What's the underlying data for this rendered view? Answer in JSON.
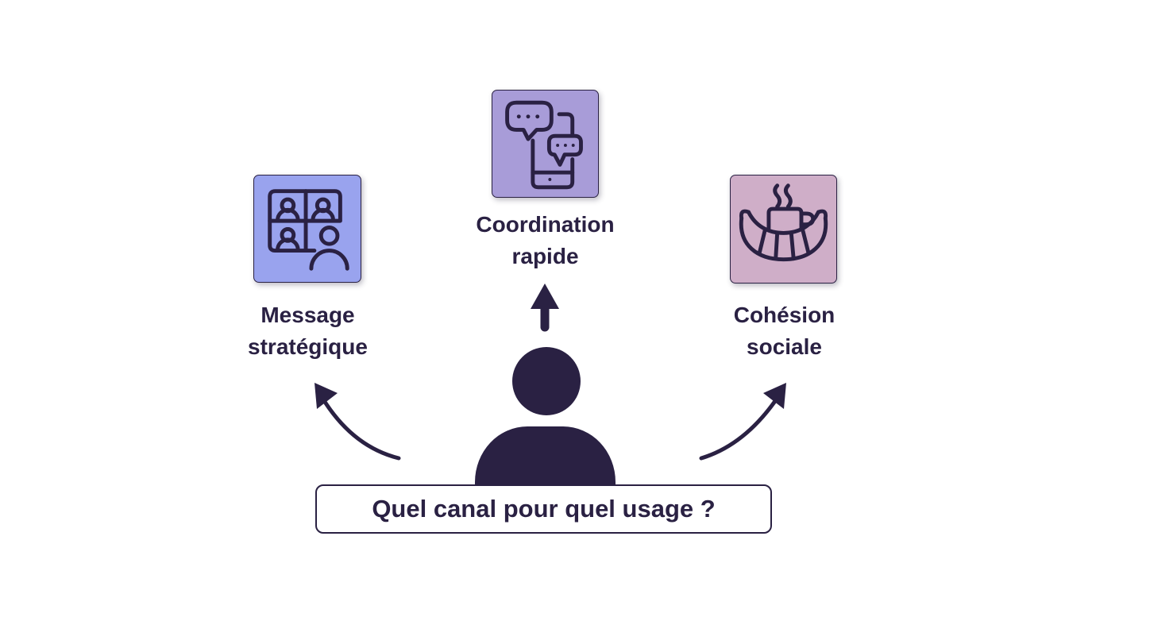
{
  "colors": {
    "ink": "#2a2143",
    "box_blue": "#99a3ee",
    "box_purple": "#a89cd8",
    "box_pink": "#cfaec8",
    "background": "#ffffff"
  },
  "center": {
    "question": "Quel canal pour quel usage ?",
    "figure_icon": "person-silhouette"
  },
  "channels": [
    {
      "label": "Message stratégique",
      "icon": "video-call-grid-icon",
      "color_key": "box_blue"
    },
    {
      "label": "Coordination rapide",
      "icon": "phone-chat-bubbles-icon",
      "color_key": "box_purple"
    },
    {
      "label": "Cohésion sociale",
      "icon": "coffee-croissant-icon",
      "color_key": "box_pink"
    }
  ],
  "arrows": [
    "curved-arrow-to-strategic",
    "straight-arrow-to-coordination",
    "curved-arrow-to-social"
  ]
}
